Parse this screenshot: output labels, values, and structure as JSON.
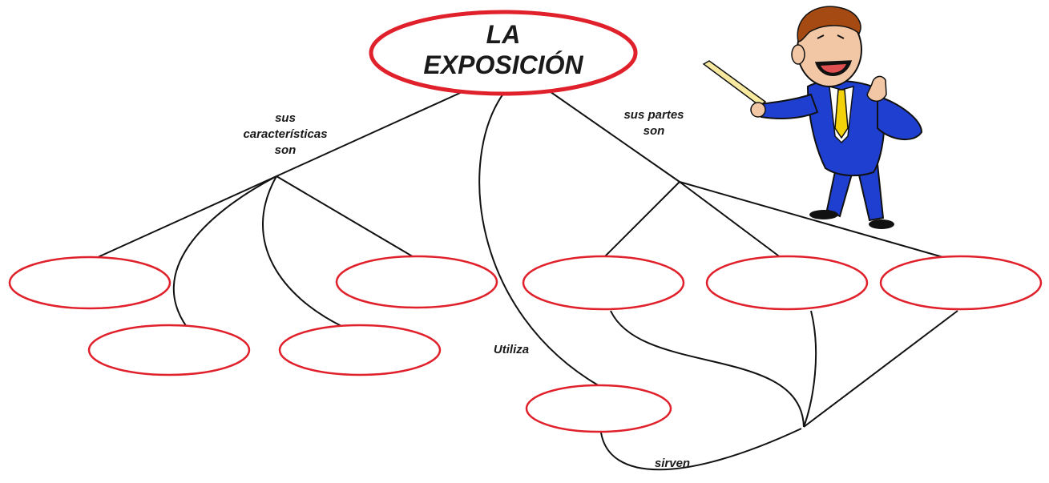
{
  "title": {
    "line1": "LA",
    "line2": "EXPOSICIÓN"
  },
  "labels": {
    "caracteristicas": [
      "sus",
      "características",
      "son"
    ],
    "partes": [
      "sus partes",
      "son"
    ],
    "utiliza": "Utiliza",
    "sirven": "sirven"
  },
  "nodes": {
    "caracteristicas": [
      "",
      "",
      "",
      ""
    ],
    "partes": [
      "",
      "",
      ""
    ],
    "recurso": ""
  },
  "colors": {
    "node_stroke": "#e0202a",
    "line": "#111111",
    "suit": "#1f3fd0",
    "tie": "#f4d20a"
  },
  "illustration": "presenter-with-pointer"
}
